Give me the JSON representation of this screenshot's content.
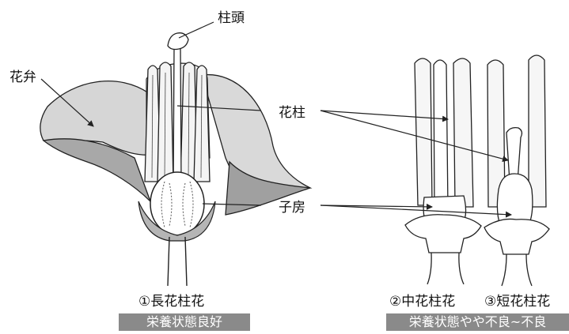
{
  "labels": {
    "stigma": "柱頭",
    "petal": "花弁",
    "style": "花柱",
    "ovary": "子房"
  },
  "flowers": {
    "long": {
      "caption": "①長花柱花",
      "band": "栄養状態良好"
    },
    "medium": {
      "caption": "②中花柱花"
    },
    "short": {
      "caption": "③短花柱花"
    },
    "right_band": "栄養状態やや不良~不良"
  },
  "colors": {
    "band": "#8a8a8a",
    "line": "#222222",
    "petal_fill": "#d9d9d9",
    "petal_shade": "#9a9a9a"
  }
}
